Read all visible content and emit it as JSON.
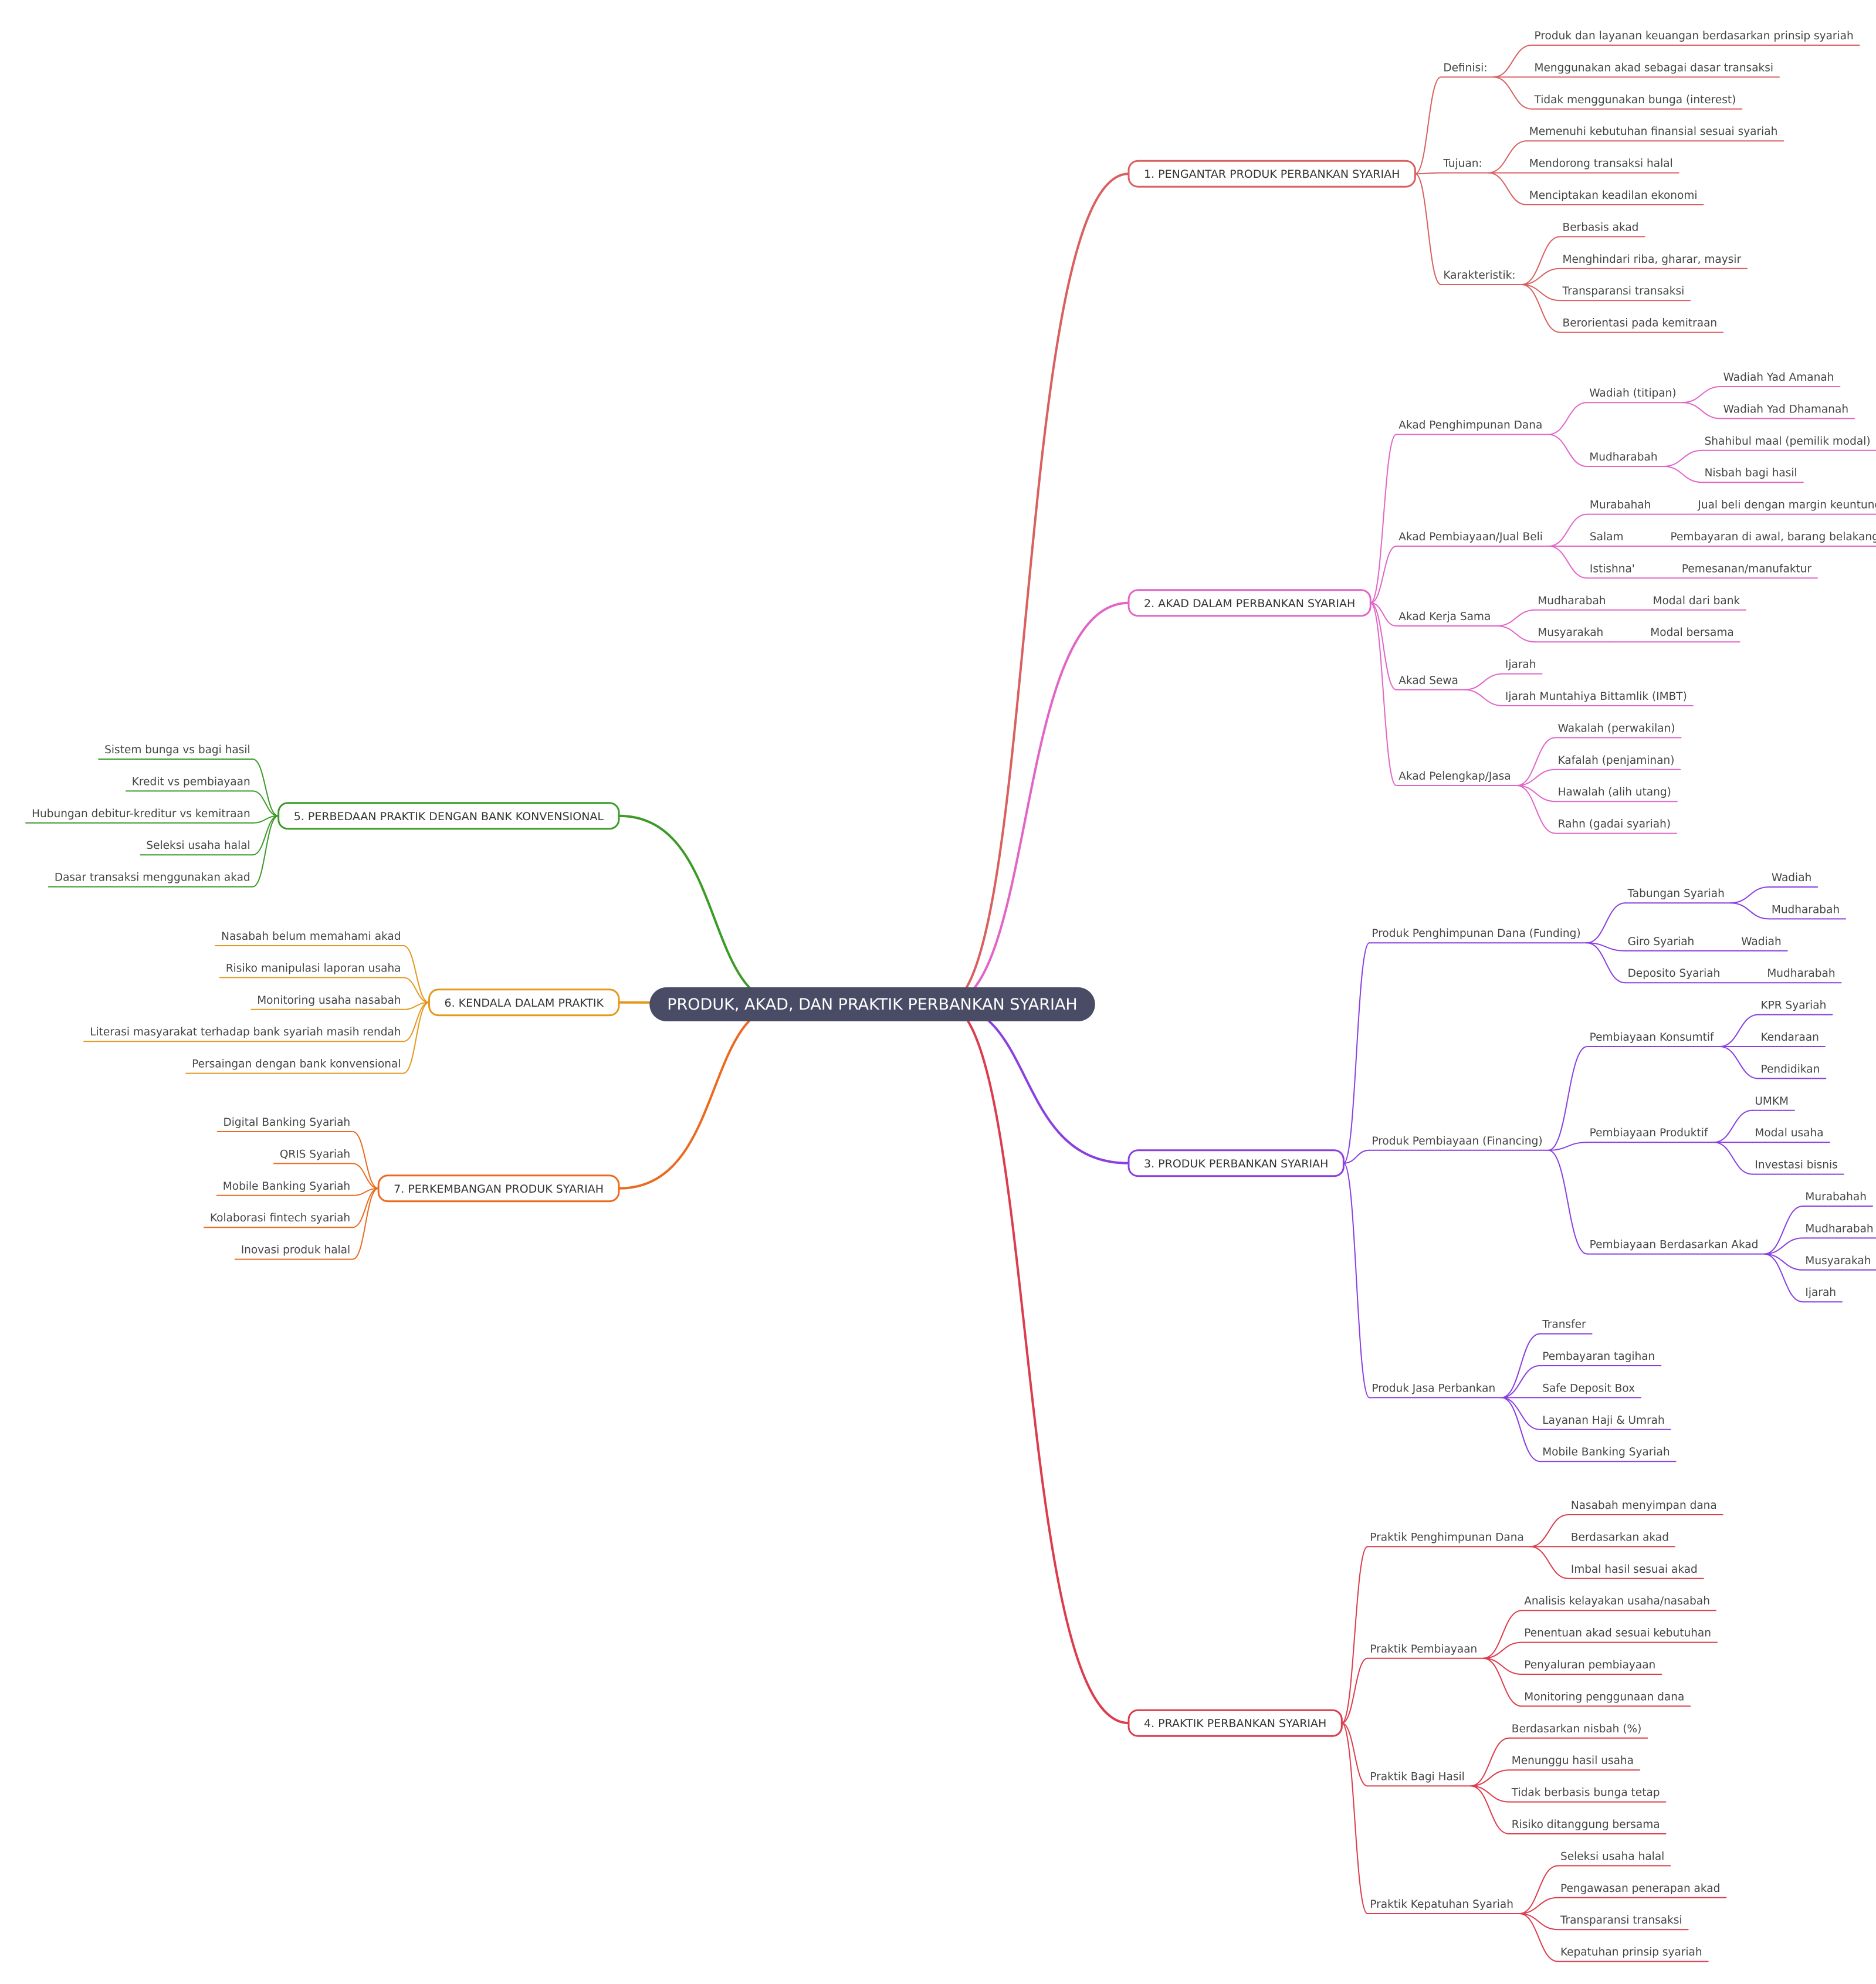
{
  "root": {
    "label": "PRODUK, AKAD, DAN PRAKTIK PERBANKAN SYARIAH",
    "fill": "#4a4c66",
    "text_color": "#ffffff"
  },
  "branches": [
    {
      "id": "b1",
      "side": "right",
      "color": "#d9605f",
      "label": "1. PENGANTAR PRODUK PERBANKAN SYARIAH",
      "children": [
        {
          "label": "Definisi:",
          "children": [
            {
              "label": "Produk dan layanan keuangan berdasarkan prinsip syariah"
            },
            {
              "label": "Menggunakan akad sebagai dasar transaksi"
            },
            {
              "label": "Tidak menggunakan bunga (interest)"
            }
          ]
        },
        {
          "label": "Tujuan:",
          "children": [
            {
              "label": "Memenuhi kebutuhan finansial sesuai syariah"
            },
            {
              "label": "Mendorong transaksi halal"
            },
            {
              "label": "Menciptakan keadilan ekonomi"
            }
          ]
        },
        {
          "label": "Karakteristik:",
          "children": [
            {
              "label": "Berbasis akad"
            },
            {
              "label": "Menghindari riba, gharar, maysir"
            },
            {
              "label": "Transparansi transaksi"
            },
            {
              "label": "Berorientasi pada kemitraan"
            }
          ]
        }
      ]
    },
    {
      "id": "b2",
      "side": "right",
      "color": "#e265c6",
      "label": "2. AKAD DALAM PERBANKAN SYARIAH",
      "children": [
        {
          "label": "Akad Penghimpunan Dana",
          "children": [
            {
              "label": "Wadiah (titipan)",
              "children": [
                {
                  "label": "Wadiah Yad Amanah"
                },
                {
                  "label": "Wadiah Yad Dhamanah"
                }
              ]
            },
            {
              "label": "Mudharabah",
              "children": [
                {
                  "label": "Shahibul maal (pemilik modal)"
                },
                {
                  "label": "Nisbah bagi hasil"
                }
              ]
            }
          ]
        },
        {
          "label": "Akad Pembiayaan/Jual Beli",
          "children": [
            {
              "label": "Murabahah",
              "children": [
                {
                  "label": "Jual beli dengan margin keuntungan"
                }
              ]
            },
            {
              "label": "Salam",
              "children": [
                {
                  "label": "Pembayaran di awal, barang belakangan"
                }
              ]
            },
            {
              "label": "Istishna'",
              "children": [
                {
                  "label": "Pemesanan/manufaktur"
                }
              ]
            }
          ]
        },
        {
          "label": "Akad Kerja Sama",
          "children": [
            {
              "label": "Mudharabah",
              "children": [
                {
                  "label": "Modal dari bank"
                }
              ]
            },
            {
              "label": "Musyarakah",
              "children": [
                {
                  "label": "Modal bersama"
                }
              ]
            }
          ]
        },
        {
          "label": "Akad Sewa",
          "children": [
            {
              "label": "Ijarah"
            },
            {
              "label": "Ijarah Muntahiya Bittamlik (IMBT)"
            }
          ]
        },
        {
          "label": "Akad Pelengkap/Jasa",
          "children": [
            {
              "label": "Wakalah (perwakilan)"
            },
            {
              "label": "Kafalah (penjaminan)"
            },
            {
              "label": "Hawalah (alih utang)"
            },
            {
              "label": "Rahn (gadai syariah)"
            }
          ]
        }
      ]
    },
    {
      "id": "b3",
      "side": "right",
      "color": "#8a3fe0",
      "label": "3. PRODUK PERBANKAN SYARIAH",
      "children": [
        {
          "label": "Produk Penghimpunan Dana (Funding)",
          "children": [
            {
              "label": "Tabungan Syariah",
              "children": [
                {
                  "label": "Wadiah"
                },
                {
                  "label": "Mudharabah"
                }
              ]
            },
            {
              "label": "Giro Syariah",
              "children": [
                {
                  "label": "Wadiah"
                }
              ]
            },
            {
              "label": "Deposito Syariah",
              "children": [
                {
                  "label": "Mudharabah"
                }
              ]
            }
          ]
        },
        {
          "label": "Produk Pembiayaan (Financing)",
          "children": [
            {
              "label": "Pembiayaan Konsumtif",
              "children": [
                {
                  "label": "KPR Syariah"
                },
                {
                  "label": "Kendaraan"
                },
                {
                  "label": "Pendidikan"
                }
              ]
            },
            {
              "label": "Pembiayaan Produktif",
              "children": [
                {
                  "label": "UMKM"
                },
                {
                  "label": "Modal usaha"
                },
                {
                  "label": "Investasi bisnis"
                }
              ]
            },
            {
              "label": "Pembiayaan Berdasarkan Akad",
              "children": [
                {
                  "label": "Murabahah"
                },
                {
                  "label": "Mudharabah"
                },
                {
                  "label": "Musyarakah"
                },
                {
                  "label": "Ijarah"
                }
              ]
            }
          ]
        },
        {
          "label": "Produk Jasa Perbankan",
          "children": [
            {
              "label": "Transfer"
            },
            {
              "label": "Pembayaran tagihan"
            },
            {
              "label": "Safe Deposit Box"
            },
            {
              "label": "Layanan Haji & Umrah"
            },
            {
              "label": "Mobile Banking Syariah"
            }
          ]
        }
      ]
    },
    {
      "id": "b4",
      "side": "right",
      "color": "#dc3c4c",
      "label": "4. PRAKTIK PERBANKAN SYARIAH",
      "children": [
        {
          "label": "Praktik Penghimpunan Dana",
          "children": [
            {
              "label": "Nasabah menyimpan dana"
            },
            {
              "label": "Berdasarkan akad"
            },
            {
              "label": "Imbal hasil sesuai akad"
            }
          ]
        },
        {
          "label": "Praktik Pembiayaan",
          "children": [
            {
              "label": "Analisis kelayakan usaha/nasabah"
            },
            {
              "label": "Penentuan akad sesuai kebutuhan"
            },
            {
              "label": "Penyaluran pembiayaan"
            },
            {
              "label": "Monitoring penggunaan dana"
            }
          ]
        },
        {
          "label": "Praktik Bagi Hasil",
          "children": [
            {
              "label": "Berdasarkan nisbah (%)"
            },
            {
              "label": "Menunggu hasil usaha"
            },
            {
              "label": "Tidak berbasis bunga tetap"
            },
            {
              "label": "Risiko ditanggung bersama"
            }
          ]
        },
        {
          "label": "Praktik Kepatuhan Syariah",
          "children": [
            {
              "label": "Seleksi usaha halal"
            },
            {
              "label": "Pengawasan penerapan akad"
            },
            {
              "label": "Transparansi transaksi"
            },
            {
              "label": "Kepatuhan prinsip syariah"
            }
          ]
        }
      ]
    },
    {
      "id": "b5",
      "side": "left",
      "color": "#3c9a28",
      "label": "5. PERBEDAAN PRAKTIK DENGAN BANK KONVENSIONAL",
      "children": [
        {
          "label": "Sistem bunga vs bagi hasil"
        },
        {
          "label": "Kredit vs pembiayaan"
        },
        {
          "label": "Hubungan debitur-kreditur vs kemitraan"
        },
        {
          "label": "Seleksi usaha halal"
        },
        {
          "label": "Dasar transaksi menggunakan akad"
        }
      ]
    },
    {
      "id": "b6",
      "side": "left",
      "color": "#e4981e",
      "label": "6. KENDALA DALAM PRAKTIK",
      "children": [
        {
          "label": "Nasabah belum memahami akad"
        },
        {
          "label": "Risiko manipulasi laporan usaha"
        },
        {
          "label": "Monitoring usaha nasabah"
        },
        {
          "label": "Literasi masyarakat terhadap bank syariah masih rendah"
        },
        {
          "label": "Persaingan dengan bank konvensional"
        }
      ]
    },
    {
      "id": "b7",
      "side": "left",
      "color": "#ec6a1e",
      "label": "7. PERKEMBANGAN PRODUK SYARIAH",
      "children": [
        {
          "label": "Digital Banking Syariah"
        },
        {
          "label": "QRIS Syariah"
        },
        {
          "label": "Mobile Banking Syariah"
        },
        {
          "label": "Kolaborasi fintech syariah"
        },
        {
          "label": "Inovasi produk halal"
        }
      ]
    }
  ]
}
